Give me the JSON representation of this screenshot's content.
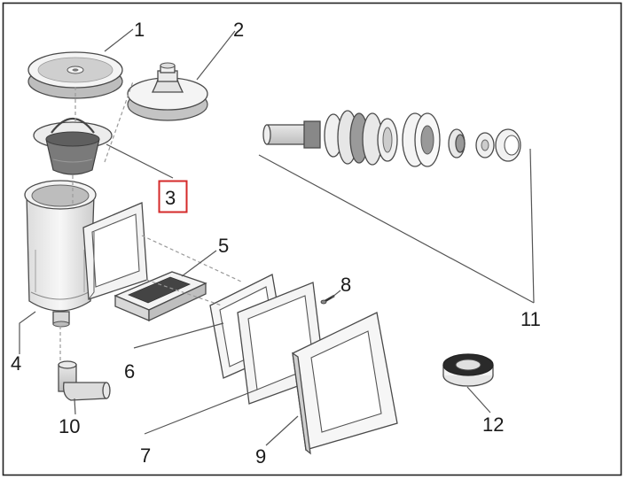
{
  "labels": {
    "1": "1",
    "2": "2",
    "3": "3",
    "4": "4",
    "5": "5",
    "6": "6",
    "7": "7",
    "8": "8",
    "9": "9",
    "10": "10",
    "11": "11",
    "12": "12"
  },
  "highlight": {
    "label": "3",
    "color": "#d42a2a"
  },
  "colors": {
    "frame": "#222222",
    "part_fill": "#f2f2f2",
    "part_shadow": "#cfcfcf",
    "dark": "#5a5a5a"
  }
}
